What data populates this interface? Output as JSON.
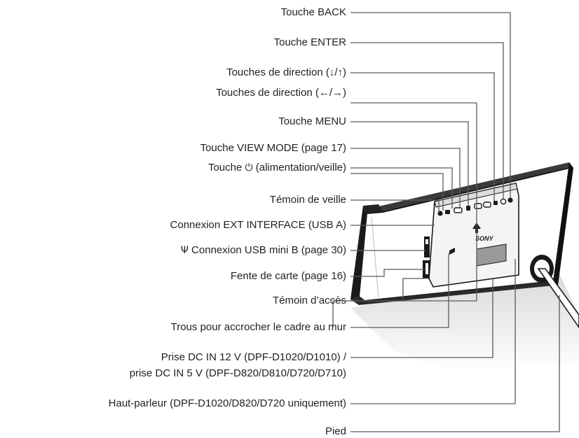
{
  "labels": {
    "back": "Touche BACK",
    "enter": "Touche ENTER",
    "dir_updown": "Touches de direction (↓/↑)",
    "dir_leftright": "Touches de direction (←/→)",
    "menu": "Touche MENU",
    "view_mode": "Touche VIEW MODE (page 17)",
    "power_prefix": "Touche",
    "power_symbol": "⏻",
    "power_suffix": "(alimentation/veille)",
    "standby_led": "Témoin de veille",
    "ext_interface": "Connexion EXT INTERFACE (USB A)",
    "usb_symbol": "Ψ",
    "usb_mini": "Connexion USB mini B (page 30)",
    "card_slot": "Fente de carte (page 16)",
    "access_led": "Témoin d’accès",
    "wall_holes": "Trous pour accrocher le cadre au mur",
    "dc_in_line1": "Prise DC IN 12 V (DPF-D1020/D1010) /",
    "dc_in_line2": "prise DC IN 5 V (DPF-D820/D810/D720/D710)",
    "speaker": "Haut-parleur (DPF-D1020/D820/D720 uniquement)",
    "stand": "Pied"
  },
  "device": {
    "brand": "SONY"
  },
  "colors": {
    "leader_line": "#5a5a5a",
    "frame_dark": "#1a1a1a",
    "panel": "#f4f4f4"
  }
}
